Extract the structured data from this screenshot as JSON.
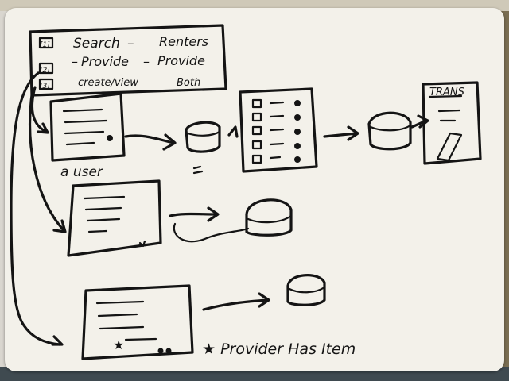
{
  "legend": {
    "rows": [
      {
        "key": "[1]",
        "action": "Search",
        "role": "Renters"
      },
      {
        "key": "[2]",
        "action": "Provide",
        "role": "Provide"
      },
      {
        "key": "[3]",
        "action": "create/view",
        "role": "Both"
      }
    ]
  },
  "labels": {
    "user": "a user",
    "trans": "TRANS",
    "footnote": "★ Provider Has Item"
  }
}
